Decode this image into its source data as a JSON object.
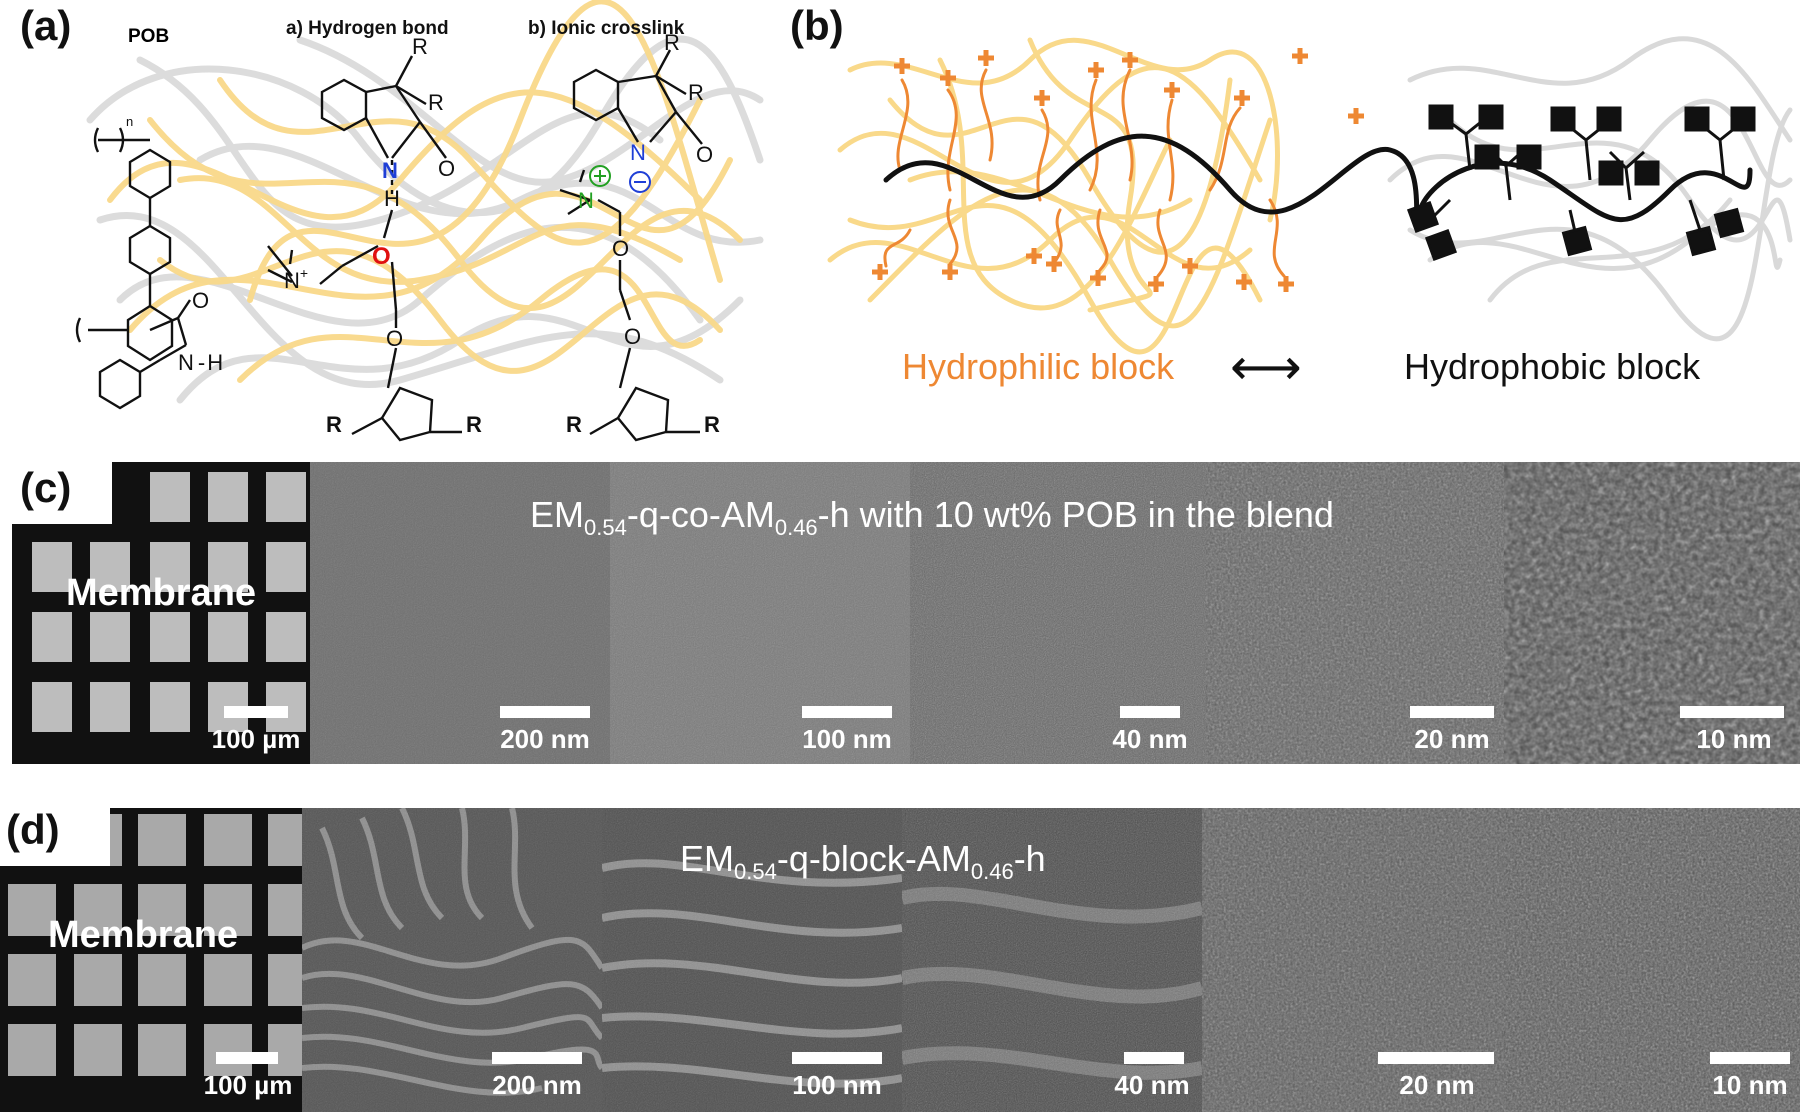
{
  "panels": {
    "a": {
      "label": "(a)",
      "pob": "POB",
      "hbond": "a) Hydrogen bond",
      "ionic": "b) Ionic crosslink",
      "atoms": {
        "R": "R",
        "N": "N",
        "O": "O",
        "H": "H",
        "n": "n",
        "NH": "N",
        "NMe": "N",
        "plus": "+",
        "Nplus": "N"
      }
    },
    "b": {
      "label": "(b)",
      "hydrophilic": "Hydrophilic block",
      "hydrophobic": "Hydrophobic block",
      "arrow": "⟷"
    },
    "c": {
      "label": "(c)",
      "membrane": "Membrane",
      "caption_pre": "EM",
      "caption_sub1": "0.54",
      "caption_mid": "-q-co-AM",
      "caption_sub2": "0.46",
      "caption_post": "-h with 10 wt% POB in the blend",
      "scales": [
        "100 µm",
        "200 nm",
        "100 nm",
        "40 nm",
        "20 nm",
        "10 nm"
      ]
    },
    "d": {
      "label": "(d)",
      "membrane": "Membrane",
      "caption_pre": "EM",
      "caption_sub1": "0.54",
      "caption_mid": "-q-block-AM",
      "caption_sub2": "0.46",
      "caption_post": "-h",
      "scales": [
        "100 µm",
        "200 nm",
        "100 nm",
        "40 nm",
        "20 nm",
        "10 nm"
      ]
    }
  },
  "colors": {
    "hydrophilic": "#ee8833",
    "yellow_network": "#f9d98a",
    "grey_network": "#d8d8d8",
    "accent_red": "#e01010",
    "accent_blue": "#1f3fd6",
    "accent_green": "#22a022"
  }
}
